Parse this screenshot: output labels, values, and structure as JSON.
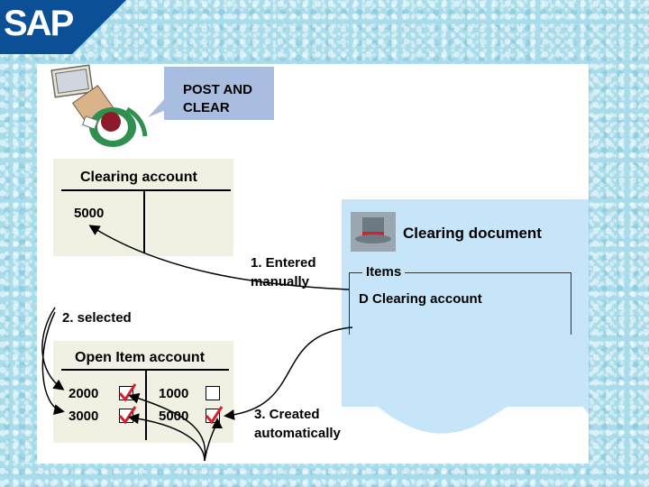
{
  "brand": {
    "logo_text": "SAP",
    "logo_color": "#0b4f96"
  },
  "bubble": {
    "text": "POST AND\nCLEAR"
  },
  "clearing_account": {
    "title": "Clearing account",
    "debit_value": "5000"
  },
  "open_item_account": {
    "title": "Open Item account",
    "rows": [
      {
        "left_value": "2000",
        "left_checked": true,
        "right_value": "1000",
        "right_checked": false
      },
      {
        "left_value": "3000",
        "left_checked": true,
        "right_value": "5000",
        "right_checked": true
      }
    ]
  },
  "clearing_document": {
    "title": "Clearing document",
    "items_label": "Items",
    "items_row": "D Clearing account"
  },
  "steps": {
    "entered": "1. Entered\n    manually",
    "selected": "2. selected",
    "created": "3. Created\n    automatically"
  },
  "colors": {
    "background": "#a9dcea",
    "bubble": "#a8bde0",
    "account_card": "#f0f0e3",
    "document": "#c6e5f8",
    "check_mark": "#d6202a"
  }
}
